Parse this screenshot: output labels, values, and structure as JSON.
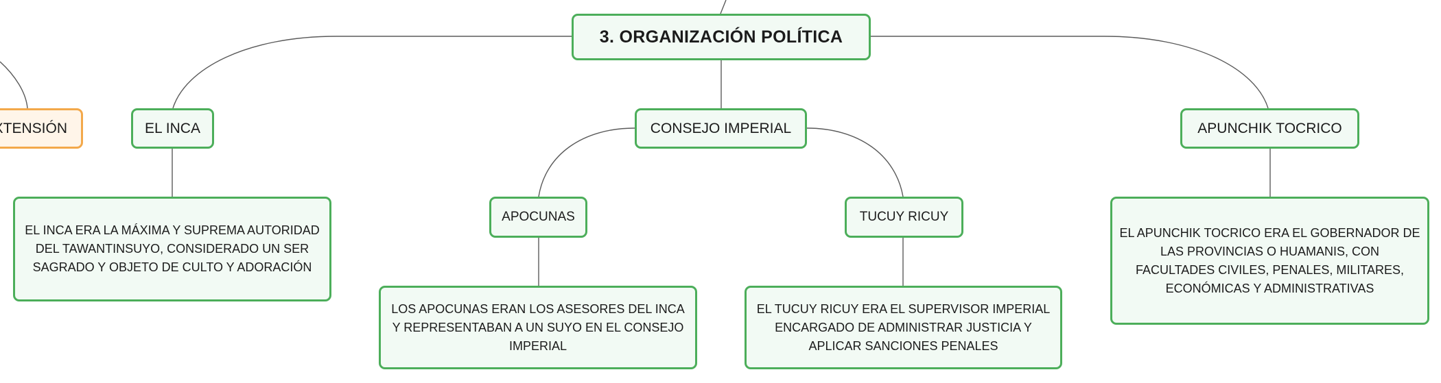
{
  "root": {
    "label": "3. ORGANIZACIÓN POLÍTICA"
  },
  "left_partial": {
    "label": "XTENSIÓN"
  },
  "inca": {
    "label": "EL INCA",
    "desc": "EL INCA ERA LA MÁXIMA Y SUPREMA AUTORIDAD DEL TAWANTINSUYO, CONSIDERADO UN SER SAGRADO Y OBJETO DE CULTO Y ADORACIÓN"
  },
  "consejo": {
    "label": "CONSEJO IMPERIAL"
  },
  "apocunas": {
    "label": "APOCUNAS",
    "desc": "LOS APOCUNAS ERAN LOS ASESORES DEL INCA Y REPRESENTABAN A UN SUYO EN EL CONSEJO IMPERIAL"
  },
  "tucuy": {
    "label": "TUCUY RICUY",
    "desc": "EL TUCUY RICUY ERA EL SUPERVISOR IMPERIAL ENCARGADO DE ADMINISTRAR JUSTICIA Y APLICAR SANCIONES PENALES"
  },
  "apunchik": {
    "label": "APUNCHIK TOCRICO",
    "desc": "EL APUNCHIK TOCRICO ERA EL GOBERNADOR DE LAS PROVINCIAS O HUAMANIS, CON FACULTADES CIVILES, PENALES, MILITARES, ECONÓMICAS Y ADMINISTRATIVAS"
  },
  "colors": {
    "primary_border": "#4cae5a",
    "primary_fill": "#f2faf4",
    "secondary_border": "#f3a84a",
    "secondary_fill": "#fff5e9"
  }
}
